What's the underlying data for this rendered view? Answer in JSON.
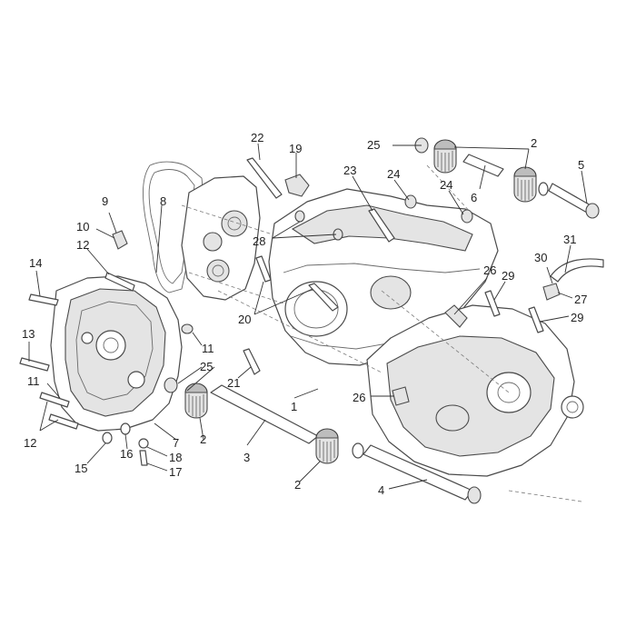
{
  "diagram": {
    "callouts": [
      {
        "id": "c1",
        "label": "1"
      },
      {
        "id": "c2a",
        "label": "2"
      },
      {
        "id": "c2b",
        "label": "2"
      },
      {
        "id": "c2c",
        "label": "2"
      },
      {
        "id": "c3",
        "label": "3"
      },
      {
        "id": "c4",
        "label": "4"
      },
      {
        "id": "c5",
        "label": "5"
      },
      {
        "id": "c6",
        "label": "6"
      },
      {
        "id": "c7",
        "label": "7"
      },
      {
        "id": "c8",
        "label": "8"
      },
      {
        "id": "c9",
        "label": "9"
      },
      {
        "id": "c10",
        "label": "10"
      },
      {
        "id": "c11a",
        "label": "11"
      },
      {
        "id": "c11b",
        "label": "11"
      },
      {
        "id": "c12a",
        "label": "12"
      },
      {
        "id": "c12b",
        "label": "12"
      },
      {
        "id": "c13",
        "label": "13"
      },
      {
        "id": "c14",
        "label": "14"
      },
      {
        "id": "c15",
        "label": "15"
      },
      {
        "id": "c16",
        "label": "16"
      },
      {
        "id": "c17",
        "label": "17"
      },
      {
        "id": "c18",
        "label": "18"
      },
      {
        "id": "c19",
        "label": "19"
      },
      {
        "id": "c20",
        "label": "20"
      },
      {
        "id": "c21",
        "label": "21"
      },
      {
        "id": "c22",
        "label": "22"
      },
      {
        "id": "c23",
        "label": "23"
      },
      {
        "id": "c24a",
        "label": "24"
      },
      {
        "id": "c24b",
        "label": "24"
      },
      {
        "id": "c25a",
        "label": "25"
      },
      {
        "id": "c25b",
        "label": "25"
      },
      {
        "id": "c26a",
        "label": "26"
      },
      {
        "id": "c26b",
        "label": "26"
      },
      {
        "id": "c27",
        "label": "27"
      },
      {
        "id": "c28",
        "label": "28"
      },
      {
        "id": "c29a",
        "label": "29"
      },
      {
        "id": "c29b",
        "label": "29"
      },
      {
        "id": "c30",
        "label": "30"
      },
      {
        "id": "c31",
        "label": "31"
      }
    ]
  }
}
